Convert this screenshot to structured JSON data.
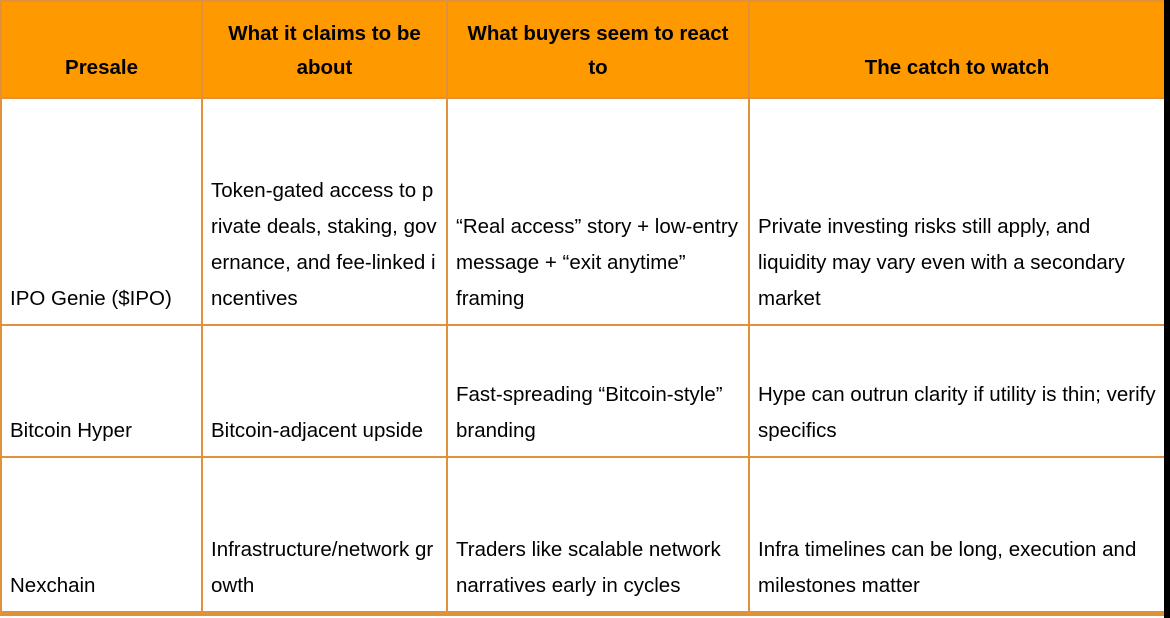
{
  "colors": {
    "header_bg": "#FF9900",
    "border": "#E0913A",
    "text": "#000000",
    "right_bar": "#000000",
    "cell_bg": "#FFFFFF"
  },
  "chart_data": {
    "type": "table",
    "title": "",
    "legend": "none",
    "grid": "orange cell borders",
    "columns": [
      "Presale",
      "What it claims to be about",
      "What buyers seem to react to",
      "The catch to watch"
    ],
    "rows": [
      [
        "IPO Genie ($IPO)",
        "Token-gated access to private deals, staking, governance, and fee-linked incentives",
        "“Real access” story + low-entry message + “exit anytime” framing",
        "Private investing risks still apply, and liquidity may vary even with a secondary market"
      ],
      [
        "Bitcoin Hyper",
        "Bitcoin-adjacent upside",
        "Fast-spreading “Bitcoin-style” branding",
        "Hype can outrun clarity if utility is thin; verify specifics"
      ],
      [
        "Nexchain",
        "Infrastructure/network growth",
        "Traders like scalable network narratives early in cycles",
        "Infra timelines can be long, execution and milestones matter"
      ]
    ]
  }
}
